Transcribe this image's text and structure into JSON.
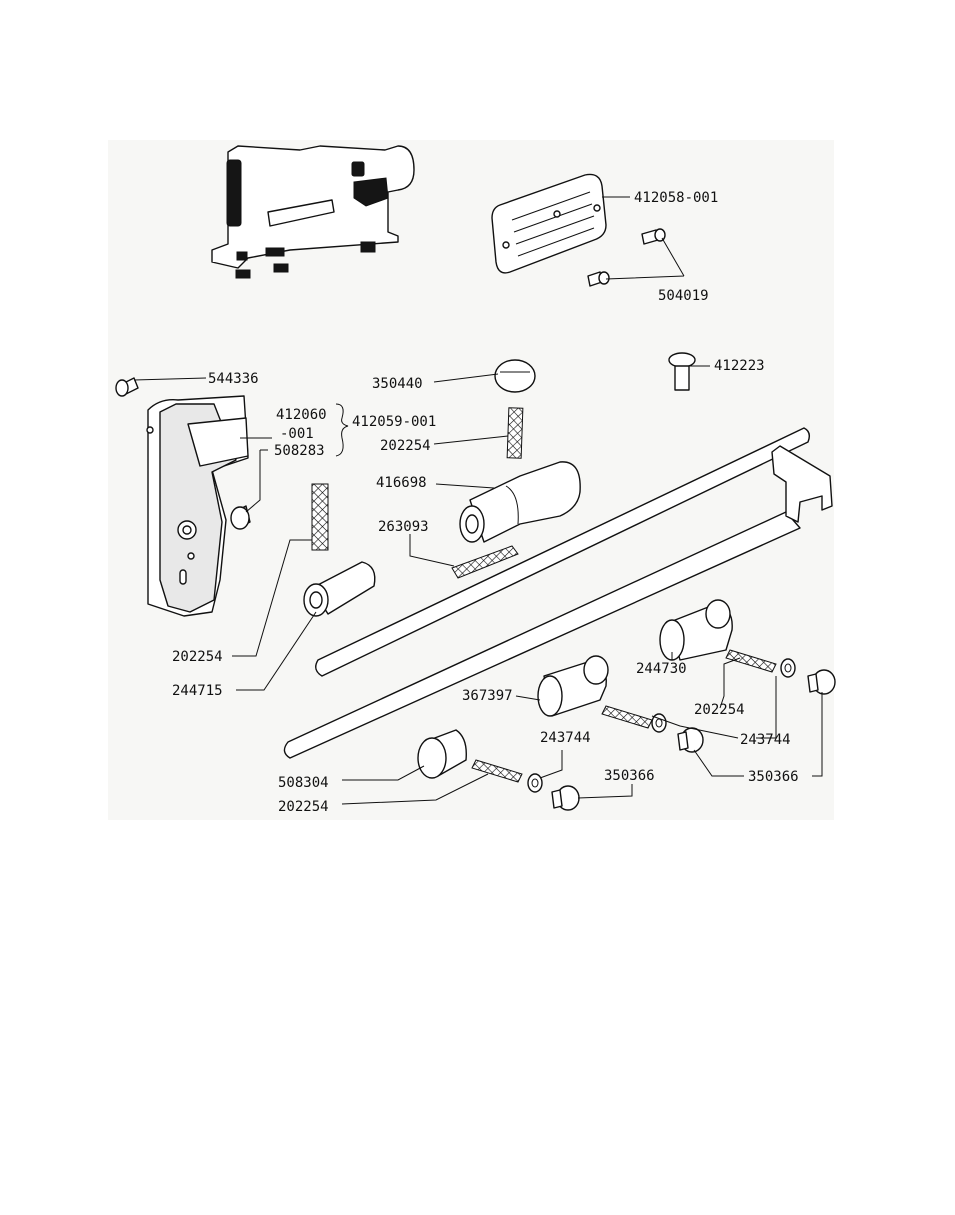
{
  "labels": {
    "cover_plate": "412058-001",
    "cover_screws": "504019",
    "face_screw": "544336",
    "face_plate": "412060",
    "face_plate_suffix": "-001",
    "face_assembly": "412059-001",
    "face_stud": "508283",
    "oil_cap": "350440",
    "cap_wick": "202254",
    "plug": "412223",
    "bushing_416698": "416698",
    "wick_263093": "263093",
    "wick_left": "202254",
    "bushing_244715": "244715",
    "bushing_367397": "367397",
    "bushing_244730": "244730",
    "wick_mid": "202254",
    "washer_a": "243744",
    "washer_b": "243744",
    "washer_c": "243744",
    "screw_a": "350366",
    "screw_b": "350366",
    "bushing_508304": "508304",
    "wick_bottom": "202254"
  }
}
